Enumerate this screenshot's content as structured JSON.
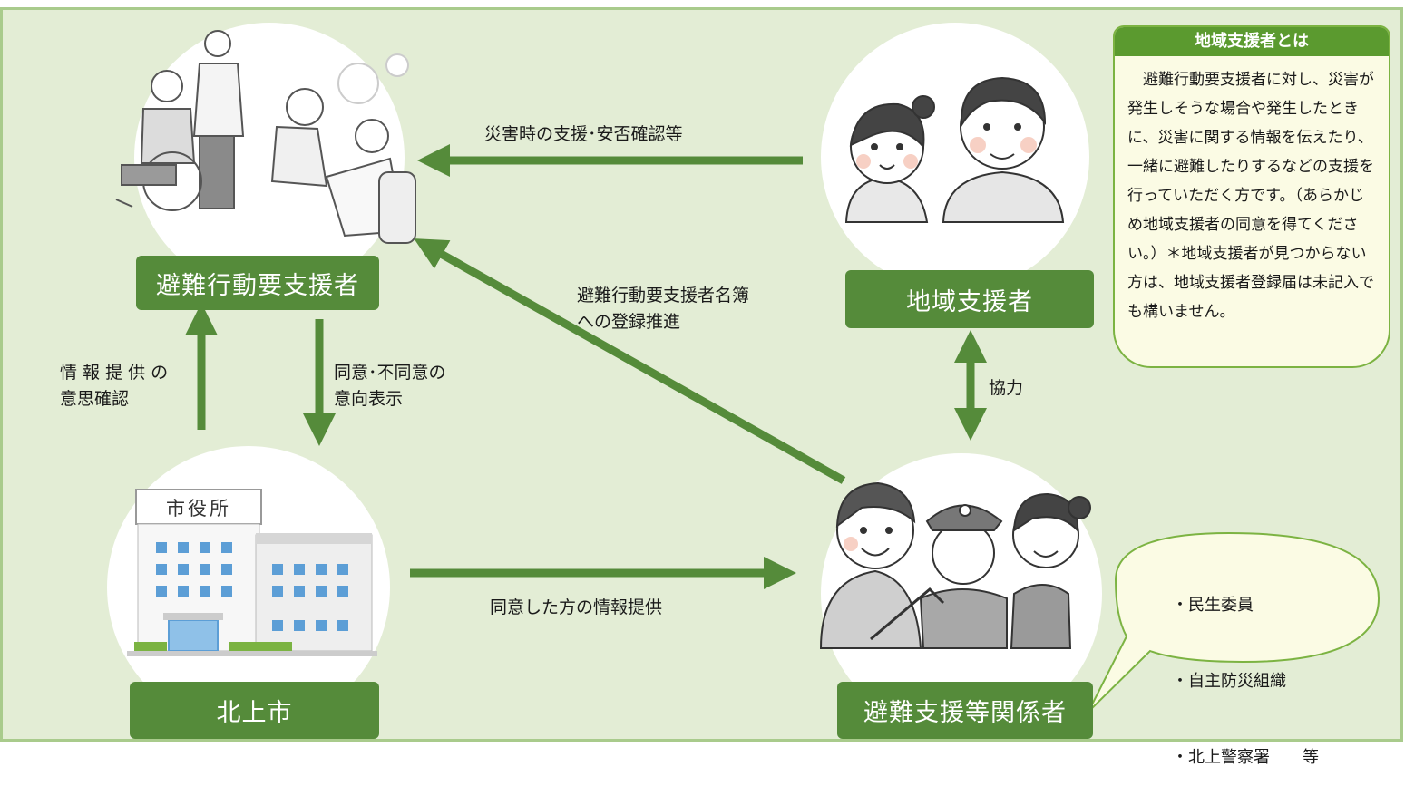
{
  "colors": {
    "background": "#e3edd5",
    "frame": "#a9cb8c",
    "node": "#558b3a",
    "arrow": "#558b3a",
    "infobox_header": "#5b9a2f",
    "infobox_bg": "#fbfbe4"
  },
  "nodes": {
    "evacuee": "避難行動要支援者",
    "local_supporter": "地域支援者",
    "city": "北上市",
    "related": "避難支援等関係者"
  },
  "arrows": {
    "support": "災害時の支援･安否確認等",
    "registration_line1": "避難行動要支援者名簿",
    "registration_line2": "への登録推進",
    "confirm_line1": "情 報 提 供 の",
    "confirm_line2": "意思確認",
    "consent_line1": "同意･不同意の",
    "consent_line2": "意向表示",
    "cooperation": "協力",
    "info_provision": "同意した方の情報提供"
  },
  "building_sign": "市役所",
  "infobox": {
    "title": "地域支援者とは",
    "body": "避難行動要支援者に対し、災害が発生しそうな場合や発生したときに、災害に関する情報を伝えたり、一緒に避難したりするなどの支援を行っていただく方です。（あらかじめ地域支援者の同意を得てください。）＊地域支援者が見つからない方は、地域支援者登録届は未記入でも構いません。"
  },
  "bubble": {
    "items": [
      "・民生委員",
      "・自主防災組織",
      "・北上警察署　　等"
    ]
  },
  "icons": {
    "evacuee": "caregivers-and-elderly-illustration",
    "local_supporter": "woman-and-man-illustration",
    "city": "city-hall-building-illustration",
    "related": "volunteer-police-officer-staff-illustration"
  }
}
